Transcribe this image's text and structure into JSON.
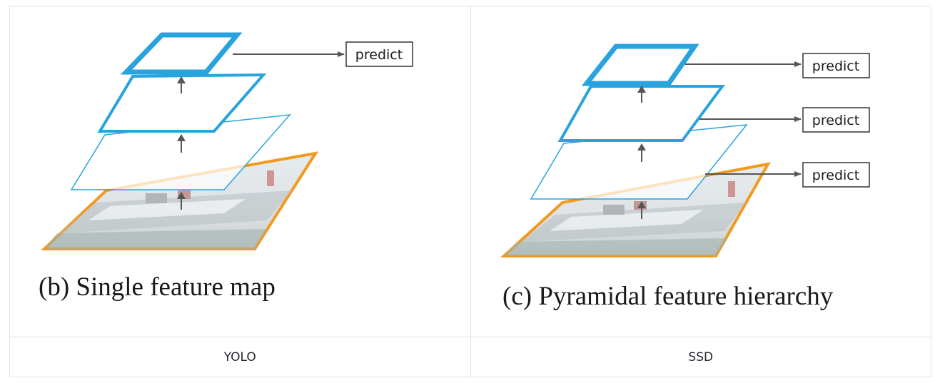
{
  "figures": [
    {
      "caption": "(b) Single feature map",
      "label": "YOLO",
      "predict_labels": [
        "predict"
      ]
    },
    {
      "caption": "(c) Pyramidal feature hierarchy",
      "label": "SSD",
      "predict_labels": [
        "predict",
        "predict",
        "predict"
      ]
    }
  ],
  "colors": {
    "blue_layer": "#29a3dd",
    "orange_layer": "#f29a1f",
    "arrow": "#555555",
    "border": "#dfe2e5"
  }
}
